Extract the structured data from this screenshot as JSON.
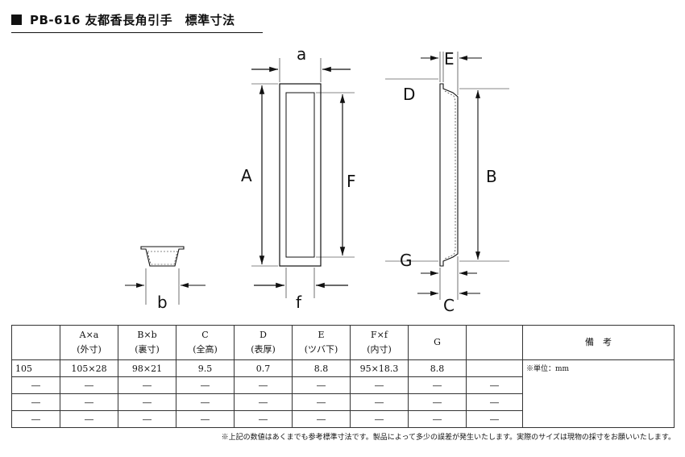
{
  "header": {
    "title": "PB-616 友都香長角引手　標準寸法"
  },
  "diagram": {
    "labels": {
      "a": "a",
      "A": "A",
      "F": "F",
      "f": "f",
      "b": "b",
      "E": "E",
      "D": "D",
      "B": "B",
      "G": "G",
      "C": "C"
    }
  },
  "table": {
    "headers": [
      {
        "top": "",
        "bottom": ""
      },
      {
        "top": "A×a",
        "bottom": "(外寸)"
      },
      {
        "top": "B×b",
        "bottom": "(裏寸)"
      },
      {
        "top": "C",
        "bottom": "(全高)"
      },
      {
        "top": "D",
        "bottom": "(表厚)"
      },
      {
        "top": "E",
        "bottom": "(ツバ下)"
      },
      {
        "top": "F×f",
        "bottom": "(内寸)"
      },
      {
        "top": "G",
        "bottom": ""
      },
      {
        "top": "",
        "bottom": ""
      },
      {
        "top": "備　考",
        "bottom": ""
      }
    ],
    "rows": [
      [
        "105",
        "105×28",
        "98×21",
        "9.5",
        "0.7",
        "8.8",
        "95×18.3",
        "8.8",
        ""
      ],
      [
        "―",
        "―",
        "―",
        "―",
        "―",
        "―",
        "―",
        "―",
        "―"
      ],
      [
        "―",
        "―",
        "―",
        "―",
        "―",
        "―",
        "―",
        "―",
        "―"
      ],
      [
        "―",
        "―",
        "―",
        "―",
        "―",
        "―",
        "―",
        "―",
        "―"
      ]
    ],
    "remark": "※単位：mm"
  },
  "footnote": "※上記の数値はあくまでも参考標準寸法です。製品によって多少の誤差が発生いたします。実際のサイズは現物の採寸をお願いいたします。"
}
